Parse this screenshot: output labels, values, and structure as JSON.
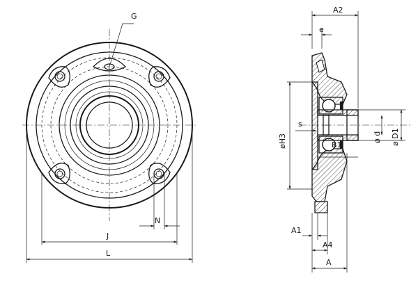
{
  "labels": {
    "G": "G",
    "A2": "A2",
    "e": "e",
    "s": "s",
    "H3": "øH3",
    "B1": "B1",
    "d": "ø d",
    "D1": "ø D1",
    "N": "N",
    "J": "J",
    "L": "L",
    "A1": "A1",
    "A4": "A4",
    "A": "A"
  }
}
